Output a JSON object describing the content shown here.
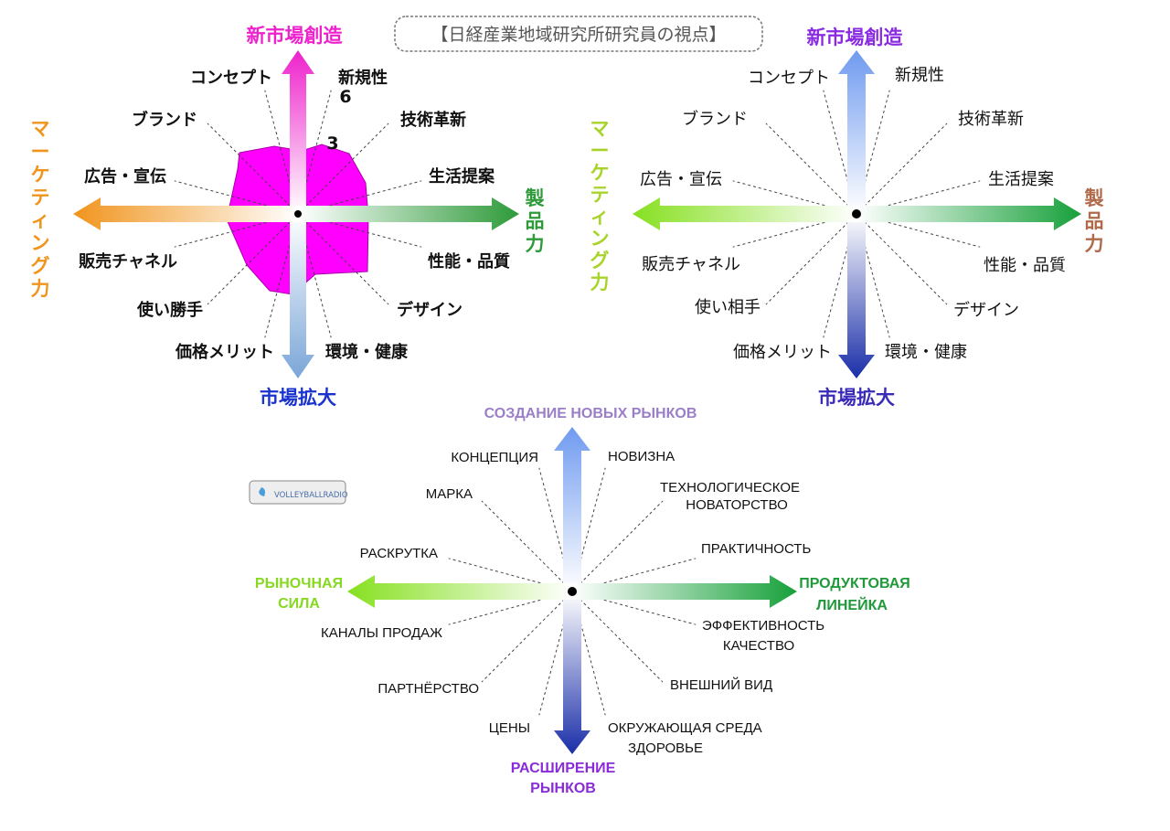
{
  "caption": "【日経産業地域研究所研究員の視点】",
  "badge": {
    "text": "VOLLEYBALLRADIO"
  },
  "colors": {
    "jp_top_pink": "#ee22cc",
    "jp_left_orange": "#f0941c",
    "jp_right_green": "#2e9a3a",
    "jp_bottom_blue": "#1a33cc",
    "jp_area_fill": "#ff00ff",
    "alt_top_purple": "#8a2be2",
    "alt_left_lime": "#a8d42a",
    "alt_right_brown": "#b06a4a",
    "alt_bottom_indigo": "#3a2bb8",
    "ru_top_violet": "#9b7ec8",
    "ru_left_lime": "#86d820",
    "ru_right_green": "#1f9a3a",
    "ru_bottom_violet": "#8a2bd8"
  },
  "diagram_jp": {
    "axes": {
      "top": "新市場創造",
      "bottom": "市場拡大",
      "left": "マーケティング力",
      "right": "製品力"
    },
    "ticks": [
      "6",
      "3"
    ],
    "labels": [
      "新規性",
      "技術革新",
      "生活提案",
      "性能・品質",
      "デザイン",
      "環境・健康",
      "価格メリット",
      "使い勝手",
      "販売チャネル",
      "広告・宣伝",
      "ブランド",
      "コンセプト"
    ]
  },
  "diagram_jp2": {
    "axes": {
      "top": "新市場創造",
      "bottom": "市場拡大",
      "left": "マーケティング力",
      "right": "製品力"
    },
    "labels": [
      "新規性",
      "技術革新",
      "生活提案",
      "性能・品質",
      "デザイン",
      "環境・健康",
      "価格メリット",
      "使い相手",
      "販売チャネル",
      "広告・宣伝",
      "ブランド",
      "コンセプト"
    ]
  },
  "diagram_ru": {
    "axes": {
      "top": "СОЗДАНИЕ НОВЫХ РЫНКОВ",
      "bottom_1": "РАСШИРЕНИЕ",
      "bottom_2": "РЫНКОВ",
      "left_1": "РЫНОЧНАЯ",
      "left_2": "СИЛА",
      "right_1": "ПРОДУКТОВАЯ",
      "right_2": "ЛИНЕЙКА"
    },
    "labels": [
      [
        "НОВИЗНА"
      ],
      [
        "ТЕХНОЛОГИЧЕСКОЕ",
        "НОВАТОРСТВО"
      ],
      [
        "ПРАКТИЧНОСТЬ"
      ],
      [
        "ЭФФЕКТИВНОСТЬ",
        "КАЧЕСТВО"
      ],
      [
        "ВНЕШНИЙ ВИД"
      ],
      [
        "ОКРУЖАЮЩАЯ СРЕДА",
        "ЗДОРОВЬЕ"
      ],
      [
        "ЦЕНЫ"
      ],
      [
        "ПАРТНЁРСТВО"
      ],
      [
        "КАНАЛЫ ПРОДАЖ"
      ],
      [
        "РАСКРУТКА"
      ],
      [
        "МАРКА"
      ],
      [
        "КОНЦЕПЦИЯ"
      ]
    ]
  }
}
